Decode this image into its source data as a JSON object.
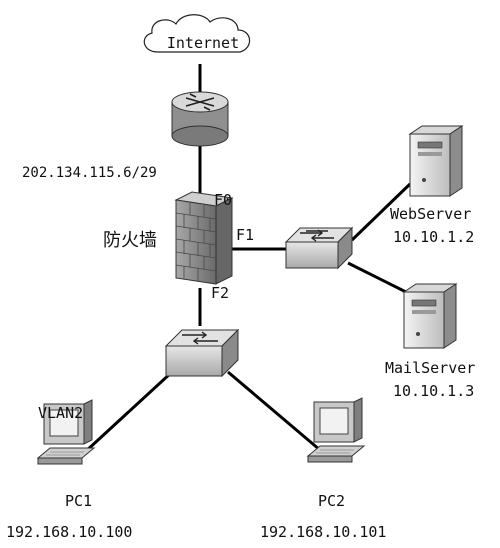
{
  "diagram": {
    "internet_label": "Internet",
    "router_ip": "202.134.115.6/29",
    "firewall_label": "防火墙",
    "port_f0": "F0",
    "port_f1": "F1",
    "port_f2": "F2",
    "webserver": {
      "name": "WebServer",
      "ip": "10.10.1.2"
    },
    "mailserver": {
      "name": "MailServer",
      "ip": "10.10.1.3"
    },
    "vlan_label": "VLAN2",
    "pc1": {
      "name": "PC1",
      "ip": "192.168.10.100"
    },
    "pc2": {
      "name": "PC2",
      "ip": "192.168.10.101"
    }
  },
  "icons": [
    "cloud-icon",
    "router-icon",
    "firewall-icon",
    "switch-icon",
    "server-icon",
    "pc-icon"
  ],
  "colors": {
    "line": "#000000",
    "device_gray": "#b8b8b8",
    "device_dark": "#6e6e6e",
    "firewall": "#8a8a8a"
  }
}
